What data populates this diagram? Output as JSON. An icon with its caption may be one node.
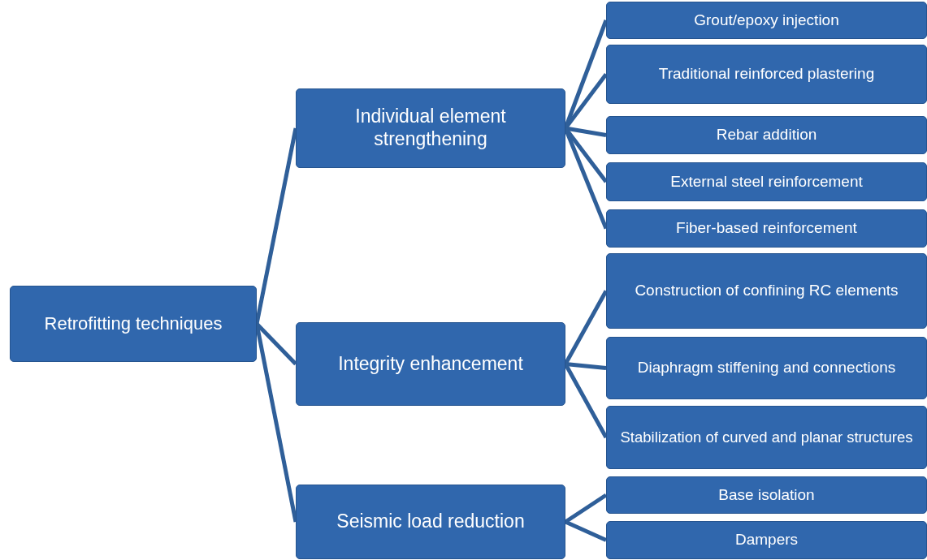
{
  "diagram": {
    "nodes": [
      {
        "text": [
          "Retrofitting techniques"
        ]
      },
      {
        "text": [
          "Individual element strengthening"
        ]
      },
      {
        "text": [
          "Integrity enhancement"
        ]
      },
      {
        "text": [
          "Seismic load reduction"
        ]
      },
      {
        "text": [
          "Grout/epoxy injection"
        ]
      },
      {
        "text": [
          "Traditional reinforced plastering"
        ]
      },
      {
        "text": [
          "Rebar addition"
        ]
      },
      {
        "text": [
          "External steel reinforcement"
        ]
      },
      {
        "text": [
          "Fiber-based reinforcement"
        ]
      },
      {
        "text": [
          "Construction of confining RC elements"
        ]
      },
      {
        "text": [
          "Diaphragm stiffening and connections"
        ]
      },
      {
        "text": [
          "Stabilization of curved and planar structures"
        ]
      },
      {
        "text": [
          "Base isolation"
        ]
      },
      {
        "text": [
          "Dampers"
        ]
      }
    ],
    "edges": [
      {
        "from": 0,
        "to": 1,
        "arrow": "none"
      },
      {
        "from": 0,
        "to": 2,
        "arrow": "none"
      },
      {
        "from": 0,
        "to": 3,
        "arrow": "none"
      },
      {
        "from": 1,
        "to": 4,
        "arrow": "none"
      },
      {
        "from": 1,
        "to": 5,
        "arrow": "none"
      },
      {
        "from": 1,
        "to": 6,
        "arrow": "none"
      },
      {
        "from": 1,
        "to": 7,
        "arrow": "none"
      },
      {
        "from": 1,
        "to": 8,
        "arrow": "none"
      },
      {
        "from": 2,
        "to": 9,
        "arrow": "none"
      },
      {
        "from": 2,
        "to": 10,
        "arrow": "none"
      },
      {
        "from": 2,
        "to": 11,
        "arrow": "none"
      },
      {
        "from": 3,
        "to": 12,
        "arrow": "none"
      },
      {
        "from": 3,
        "to": 13,
        "arrow": "none"
      }
    ]
  }
}
